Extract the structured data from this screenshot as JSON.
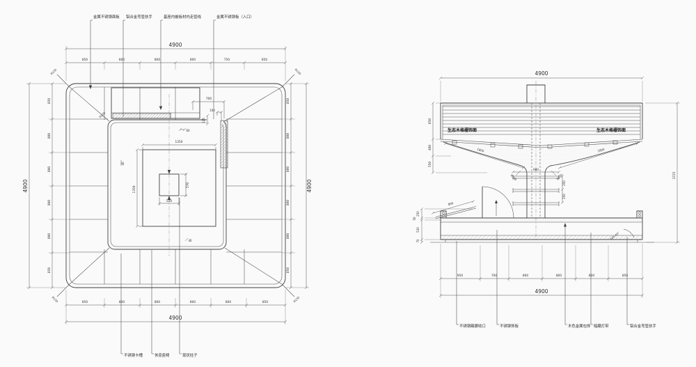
{
  "colors": {
    "line": "#3f3f3f",
    "dim": "#555555",
    "text": "#2e2e2e",
    "background": "#fafafa"
  },
  "plan": {
    "labels_top": [
      "金属不锈钢面板",
      "铝合金弯管扶手",
      "基座内嵌板材内走管线",
      "金属不锈钢板（入口）"
    ],
    "labels_bottom": [
      "不锈钢卡槽",
      "休息座椅",
      "现状柱子"
    ],
    "dim_overall": "4900",
    "top_chain": [
      "850",
      "800",
      "800",
      "800",
      "750",
      "850"
    ],
    "bottom_chain": [
      "850",
      "800",
      "800",
      "800",
      "800",
      "850"
    ],
    "left_chain": [
      "850",
      "800",
      "800",
      "800",
      "800",
      "850"
    ],
    "right_chain": [
      "850",
      "800",
      "800",
      "800",
      "800",
      "850"
    ],
    "corner_radius": "R150",
    "inner_radius": "R150",
    "platform_width": "1350",
    "platform_height": "1350",
    "column_width": "520",
    "column_height": "570",
    "entry_width": "700",
    "entry_offset": "100",
    "seat_thickness": "60",
    "step_depth": "125",
    "offset_a": "40",
    "offset_b": "40"
  },
  "elevation": {
    "dim_overall_width": "4900",
    "dim_overall_height": "3725",
    "bottom_chain": [
      "950",
      "700",
      "800",
      "800",
      "800",
      "850"
    ],
    "left_upper_chain": [
      "850",
      "400",
      "550"
    ],
    "left_lower_chain": [
      "250",
      "50",
      "530",
      "70"
    ],
    "canopy_slope": "1800",
    "canopy_radius": "R500",
    "rail_span": "980",
    "rail_gap": "250",
    "ramp_length": "890",
    "corner_angle": "105.45°",
    "canopy_label": "生态木格栅饰面",
    "labels_bottom": [
      "不锈钢踢脚收口",
      "不锈钢饰板",
      "木色金属包饰",
      "暗藏灯带",
      "铝合金弯管扶手"
    ]
  }
}
